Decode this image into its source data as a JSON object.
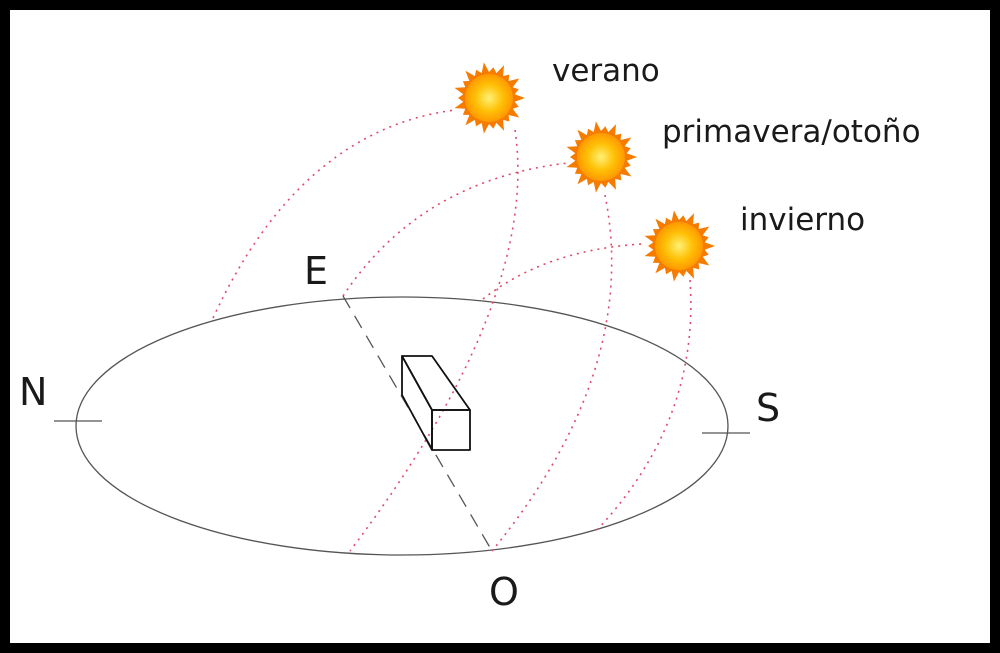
{
  "diagram": {
    "directions": {
      "north": "N",
      "east": "E",
      "south": "S",
      "west": "O"
    },
    "seasons": {
      "summer": "verano",
      "spring_autumn": "primavera/otoño",
      "winter": "invierno"
    },
    "colors": {
      "background": "#ffffff",
      "frame": "#000000",
      "horizon": "#555555",
      "path": "#e0496b",
      "sun_core": "#ffb300",
      "sun_rays": "#f57c00"
    }
  }
}
